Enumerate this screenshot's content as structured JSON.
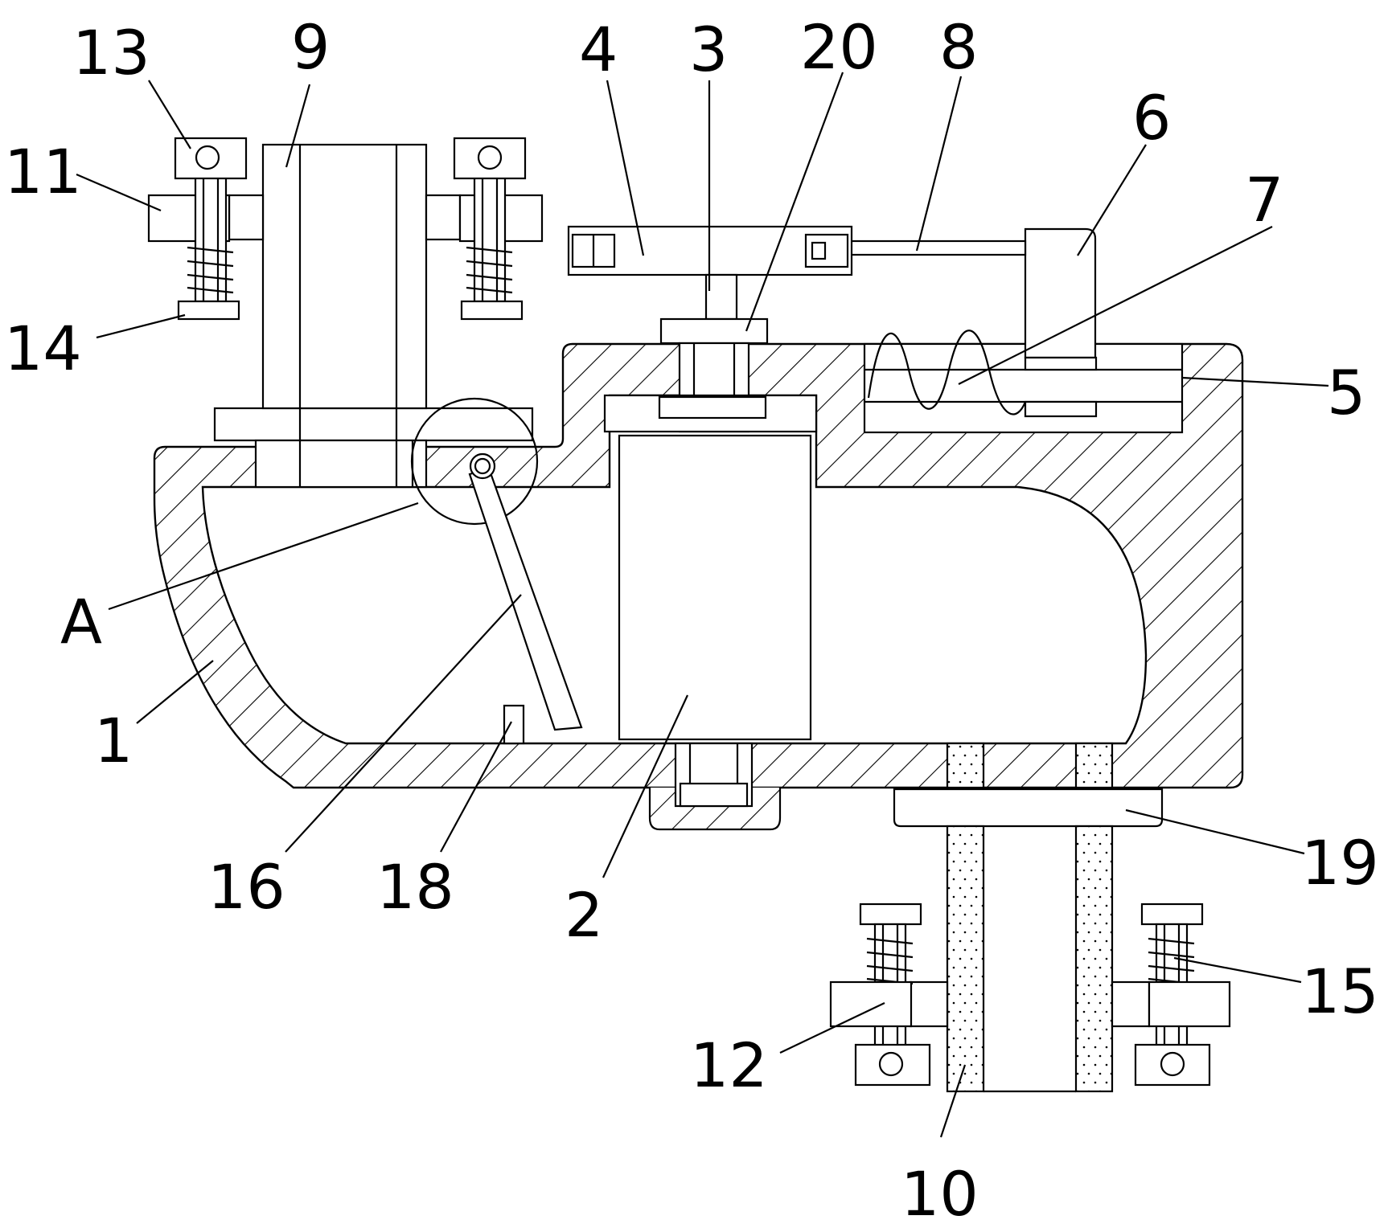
{
  "figure": {
    "labels": {
      "l1": "1",
      "l2": "2",
      "l3": "3",
      "l4": "4",
      "l5": "5",
      "l6": "6",
      "l7": "7",
      "l8": "8",
      "l9": "9",
      "l10": "10",
      "l11": "11",
      "l12": "12",
      "l13": "13",
      "l14": "14",
      "l15": "15",
      "l16": "16",
      "l18": "18",
      "l19": "19",
      "l20": "20",
      "lA": "A"
    }
  }
}
